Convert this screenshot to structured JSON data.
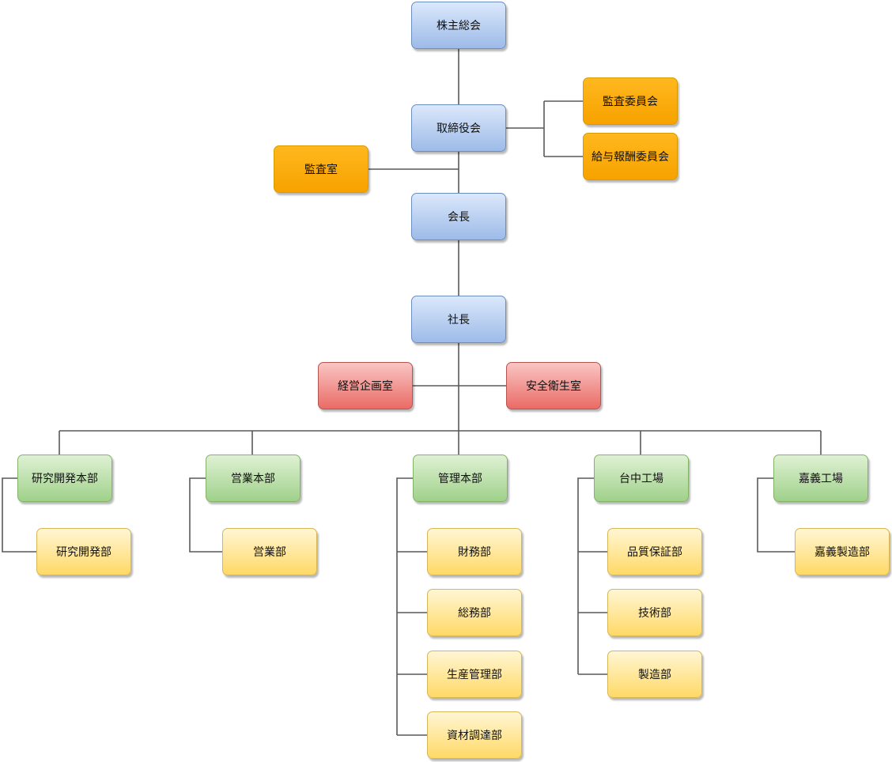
{
  "org_chart": {
    "shareholders_meeting": "株主総会",
    "board_of_directors": "取締役会",
    "audit_committee": "監査委員会",
    "compensation_committee": "給与報酬委員会",
    "audit_office": "監査室",
    "chairman": "会長",
    "president": "社長",
    "corporate_planning": "経営企画室",
    "safety_health": "安全衛生室",
    "divisions": [
      {
        "name": "研究開発本部",
        "departments": [
          "研究開発部"
        ]
      },
      {
        "name": "営業本部",
        "departments": [
          "営業部"
        ]
      },
      {
        "name": "管理本部",
        "departments": [
          "財務部",
          "総務部",
          "生産管理部",
          "資材調達部"
        ]
      },
      {
        "name": "台中工場",
        "departments": [
          "品質保証部",
          "技術部",
          "製造部"
        ]
      },
      {
        "name": "嘉義工場",
        "departments": [
          "嘉義製造部"
        ]
      }
    ]
  },
  "colors": {
    "executive": "#9dbbe8",
    "committee": "#f7a200",
    "staff_office": "#ea6b66",
    "division": "#9fd18a",
    "department": "#ffd966",
    "connector": "#595959"
  }
}
